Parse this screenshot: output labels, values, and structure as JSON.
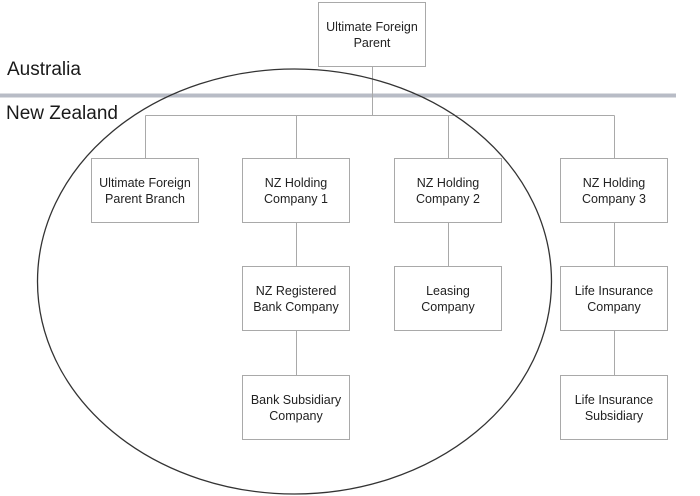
{
  "regions": {
    "upper": "Australia",
    "lower": "New Zealand"
  },
  "colors": {
    "separator": "#b8bcc6",
    "connector": "#a9a9a9",
    "box_border": "#a9a9a9",
    "ellipse": "#333333"
  },
  "nodes": {
    "ultimate_parent": {
      "line1": "Ultimate Foreign",
      "line2": "Parent"
    },
    "parent_branch": {
      "line1": "Ultimate Foreign",
      "line2": "Parent Branch"
    },
    "holding_1": {
      "line1": "NZ Holding",
      "line2": "Company 1"
    },
    "holding_2": {
      "line1": "NZ Holding",
      "line2": "Company 2"
    },
    "holding_3": {
      "line1": "NZ Holding",
      "line2": "Company 3"
    },
    "registered_bank": {
      "line1": "NZ Registered",
      "line2": "Bank Company"
    },
    "leasing": {
      "line1": "Leasing",
      "line2": "Company"
    },
    "life_insurance": {
      "line1": "Life Insurance",
      "line2": "Company"
    },
    "bank_subsidiary": {
      "line1": "Bank Subsidiary",
      "line2": "Company"
    },
    "life_subsidiary": {
      "line1": "Life Insurance",
      "line2": "Subsidiary"
    }
  },
  "edges": [
    [
      "ultimate_parent",
      "parent_branch"
    ],
    [
      "ultimate_parent",
      "holding_1"
    ],
    [
      "ultimate_parent",
      "holding_2"
    ],
    [
      "ultimate_parent",
      "holding_3"
    ],
    [
      "holding_1",
      "registered_bank"
    ],
    [
      "registered_bank",
      "bank_subsidiary"
    ],
    [
      "holding_2",
      "leasing"
    ],
    [
      "holding_3",
      "life_insurance"
    ],
    [
      "life_insurance",
      "life_subsidiary"
    ]
  ]
}
